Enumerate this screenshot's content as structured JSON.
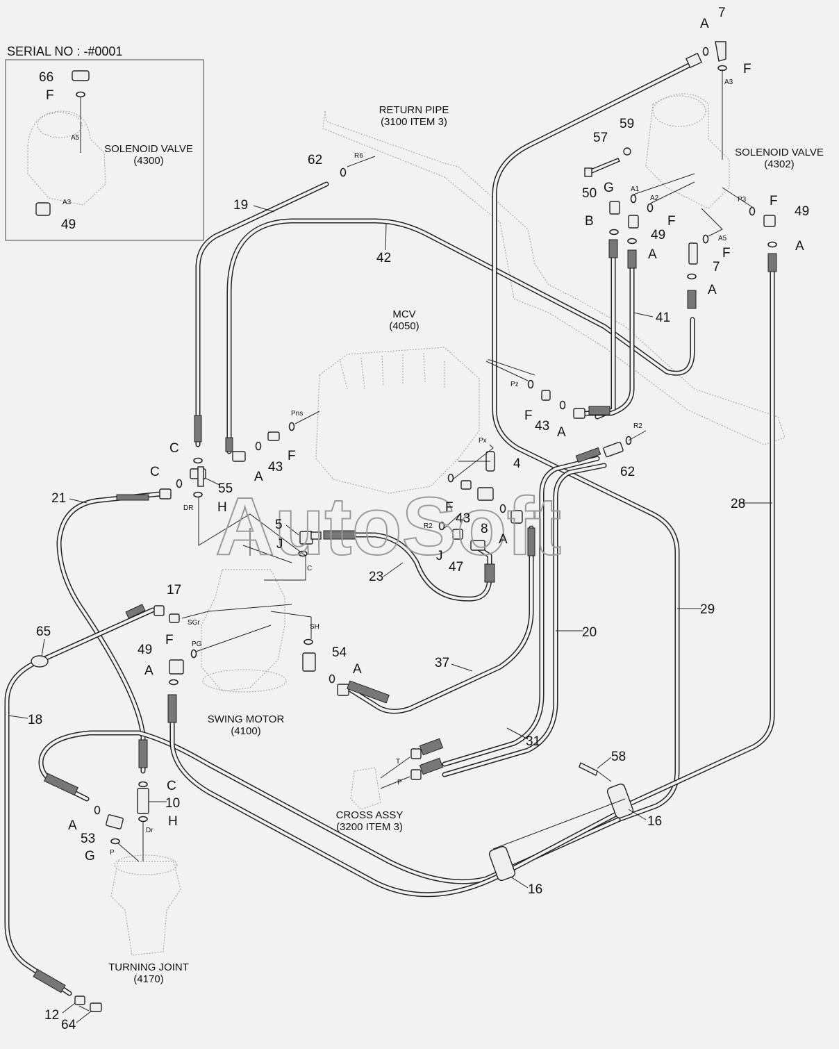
{
  "header": {
    "serial_no": "SERIAL NO : -#0001"
  },
  "watermark": "AutoSoft",
  "components": {
    "return_pipe": {
      "name": "RETURN PIPE",
      "ref": "(3100 ITEM 3)"
    },
    "solenoid_valve_inset": {
      "name": "SOLENOID VALVE",
      "ref": "(4300)"
    },
    "solenoid_valve_main": {
      "name": "SOLENOID VALVE",
      "ref": "(4302)"
    },
    "mcv": {
      "name": "MCV",
      "ref": "(4050)"
    },
    "swing_motor": {
      "name": "SWING MOTOR",
      "ref": "(4100)"
    },
    "cross_assy": {
      "name": "CROSS ASSY",
      "ref": "(3200 ITEM 3)"
    },
    "turning_joint": {
      "name": "TURNING JOINT",
      "ref": "(4170)"
    }
  },
  "part_numbers": [
    "66",
    "49",
    "7",
    "57",
    "59",
    "50",
    "49",
    "49",
    "7",
    "62",
    "19",
    "42",
    "41",
    "43",
    "43",
    "62",
    "4",
    "55",
    "21",
    "5",
    "8",
    "43",
    "47",
    "23",
    "17",
    "49",
    "54",
    "37",
    "20",
    "29",
    "28",
    "65",
    "18",
    "10",
    "53",
    "31",
    "58",
    "16",
    "16",
    "12",
    "64"
  ],
  "letters": [
    "F",
    "A",
    "F",
    "G",
    "F",
    "B",
    "A",
    "F",
    "F",
    "A",
    "A",
    "A",
    "A",
    "F",
    "C",
    "C",
    "H",
    "J",
    "F",
    "A",
    "J",
    "F",
    "A",
    "A",
    "F",
    "C",
    "A",
    "H",
    "G"
  ],
  "port_labels": [
    "A5",
    "A3",
    "A3",
    "R6",
    "A1",
    "A2",
    "P3",
    "A5",
    "Pz",
    "Pns",
    "Px",
    "R2",
    "R2",
    "DR",
    "C",
    "SGr",
    "PG",
    "SH",
    "T",
    "P",
    "Dr",
    "P"
  ]
}
